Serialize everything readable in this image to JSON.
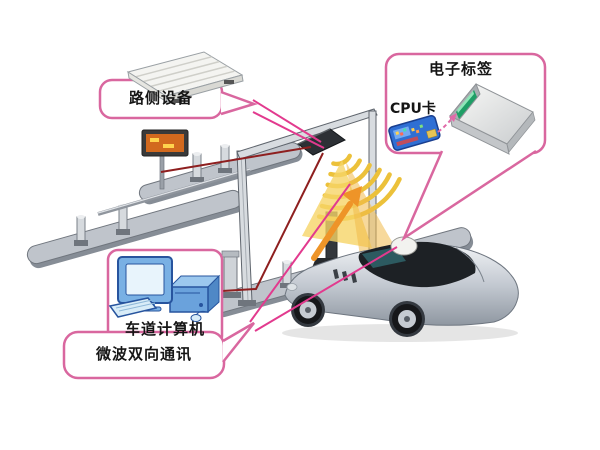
{
  "diagram": {
    "description": "ETC electronic toll collection system schematic",
    "callouts": {
      "roadside_device": {
        "label": "路侧设备"
      },
      "electronic_tag": {
        "label": "电子标签",
        "cpu_card_label": "CPU卡"
      },
      "lane_computer": {
        "label": "车道计算机"
      },
      "microwave_comm": {
        "label": "微波双向通讯"
      }
    },
    "illustrations": [
      "roadside-unit-icon",
      "obu-device-icon",
      "cpu-card-icon",
      "lane-computer-icon",
      "toll-gantry",
      "rsu-antenna-icon",
      "microwave-waves-icon",
      "uplink-arrow-icon",
      "toll-sign-icon",
      "toll-islands",
      "car-illustration"
    ],
    "colors": {
      "callout_border": "#d9679f",
      "connector_pink": "#e23a8e",
      "connector_dark_red": "#8e1f1f",
      "wave_yellow": "#ecc13a",
      "arrow_orange": "#ee9428",
      "road_gray": "#bfc4cb",
      "computer_blue": "#6aa2dc",
      "cpu_card_blue": "#2f6fd4",
      "obu_slot_green": "#1f9e66",
      "sign_orange": "#d2691e"
    }
  }
}
